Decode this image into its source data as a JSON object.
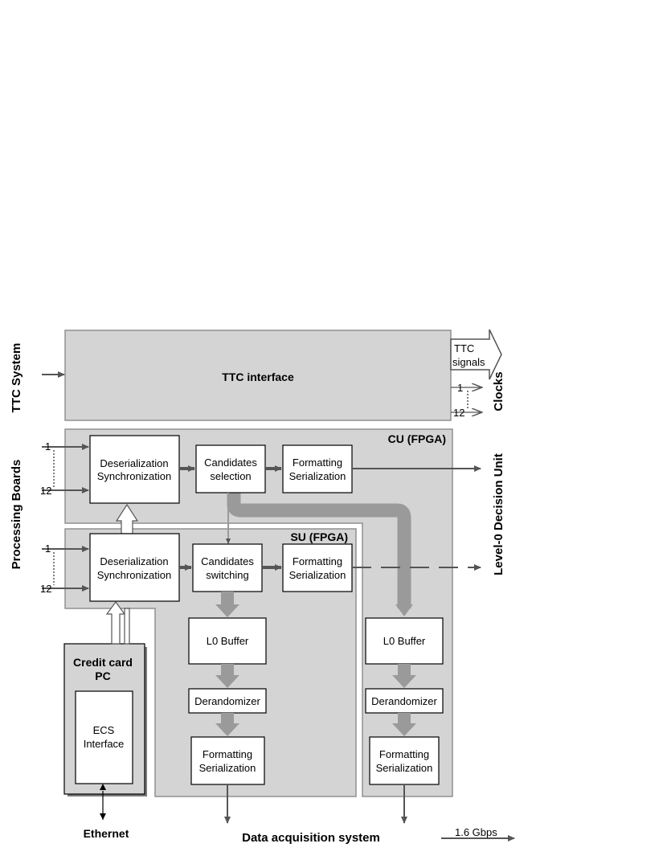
{
  "side_labels": {
    "ttc_system": "TTC System",
    "processing_boards": "Processing Boards",
    "clocks": "Clocks",
    "level0_decision_unit": "Level-0 Decision Unit"
  },
  "ttc_interface": {
    "title": "TTC interface",
    "signals_line1": "TTC",
    "signals_line2": "signals",
    "clock_first": "1",
    "clock_last": "12"
  },
  "cu": {
    "title": "CU (FPGA)",
    "input_first": "1",
    "input_last": "12",
    "deser_line1": "Deserialization",
    "deser_line2": "Synchronization",
    "cand_line1": "Candidates",
    "cand_line2": "selection",
    "fmt_line1": "Formatting",
    "fmt_line2": "Serialization",
    "l0_buffer": "L0 Buffer",
    "derandomizer": "Derandomizer",
    "out_fmt_line1": "Formatting",
    "out_fmt_line2": "Serialization"
  },
  "su": {
    "title": "SU (FPGA)",
    "input_first": "1",
    "input_last": "12",
    "deser_line1": "Deserialization",
    "deser_line2": "Synchronization",
    "cand_line1": "Candidates",
    "cand_line2": "switching",
    "fmt_line1": "Formatting",
    "fmt_line2": "Serialization",
    "l0_buffer": "L0 Buffer",
    "derandomizer": "Derandomizer",
    "out_fmt_line1": "Formatting",
    "out_fmt_line2": "Serialization"
  },
  "pc": {
    "title_line1": "Credit card",
    "title_line2": "PC",
    "ecs_line1": "ECS",
    "ecs_line2": "Interface"
  },
  "bottom": {
    "ethernet": "Ethernet",
    "daq": "Data acquisition system",
    "legend_speed": "1.6 Gbps"
  }
}
